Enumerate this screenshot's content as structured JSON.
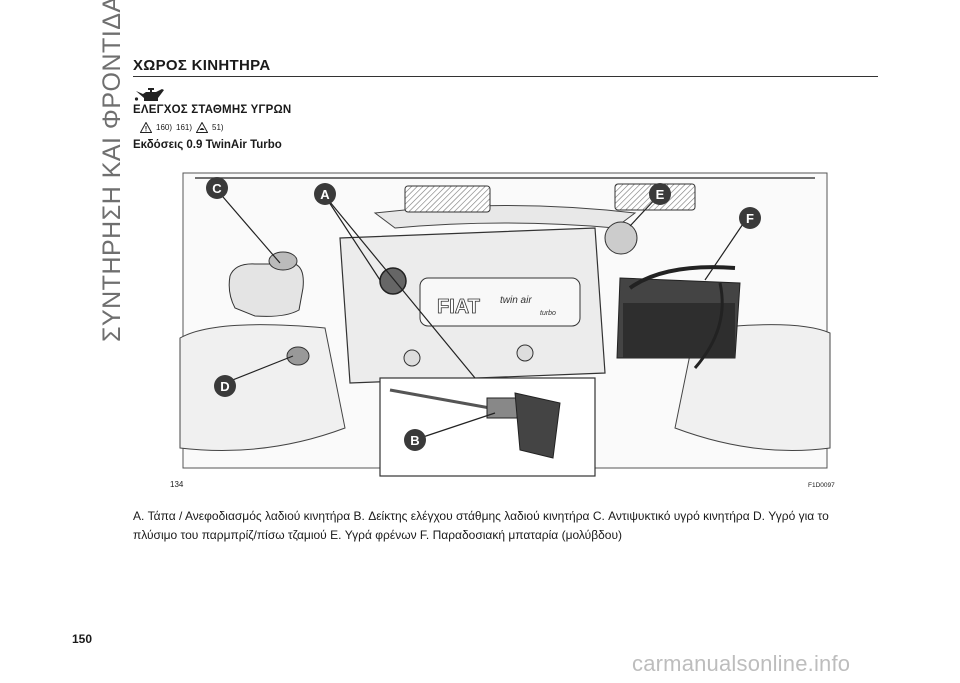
{
  "side_title": "ΣΥΝΤΗΡΗΣΗ ΚΑΙ ΦΡΟΝΤΙΔΑ",
  "section_title": "ΧΩΡΟΣ ΚΙΝΗΤΗΡΑ",
  "icon": "oil-can-icon",
  "subsection_title": "ΕΛΕΓΧΟΣ ΣΤΑΘΜΗΣ ΥΓΡΩΝ",
  "warnings": {
    "ref1": "160)",
    "ref2": "161)",
    "ref3": "51)"
  },
  "variant_title": "Εκδόσεις 0.9 TwinAir Turbo",
  "figure": {
    "labels": {
      "a": "A",
      "b": "B",
      "c": "C",
      "d": "D",
      "e": "E",
      "f": "F"
    },
    "fiat": "FIAT",
    "twinair": "twin air",
    "turbo": "turbo",
    "number": "134",
    "code": "F1D0097"
  },
  "caption": "A. Τάπα / Ανεφοδιασμός λαδιού κινητήρα B. Δείκτης ελέγχου στάθμης λαδιού κινητήρα C. Αντιψυκτικό υγρό κινητήρα D. Υγρό για το πλύσιμο του παρμπρίζ/πίσω τζαμιού E. Υγρά φρένων F. Παραδοσιακή μπαταρία (μολύβδου)",
  "page_number": "150",
  "watermark": "carmanualsonline.info",
  "colors": {
    "label_bubble": "#3a3a3a",
    "label_text": "#ffffff",
    "rule": "#333333",
    "side_title": "#6f6f6f"
  }
}
